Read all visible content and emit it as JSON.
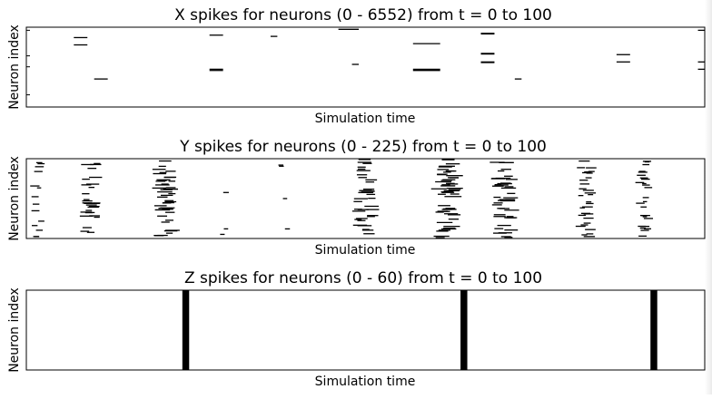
{
  "chart_data": [
    {
      "type": "raster",
      "title": "X spikes for neurons (0 - 6552) from t = 0 to 100",
      "xlabel": "Simulation time",
      "ylabel": "Neuron index",
      "xlim": [
        0,
        100
      ],
      "ylim": [
        0,
        6552
      ],
      "yticks": [
        1000,
        3300,
        4200,
        6300
      ],
      "spikes": [
        {
          "t0": 7.0,
          "t1": 9.0,
          "n": 5700
        },
        {
          "t0": 7.0,
          "t1": 9.0,
          "n": 5100
        },
        {
          "t0": 10.0,
          "t1": 12.0,
          "n": 2300
        },
        {
          "t0": 27.0,
          "t1": 29.0,
          "n": 5900
        },
        {
          "t0": 27.0,
          "t1": 29.0,
          "n": 3100
        },
        {
          "t0": 27.0,
          "t1": 29.0,
          "n": 3000
        },
        {
          "t0": 36.0,
          "t1": 37.0,
          "n": 5800
        },
        {
          "t0": 46.0,
          "t1": 49.0,
          "n": 6380
        },
        {
          "t0": 48.0,
          "t1": 49.0,
          "n": 3500
        },
        {
          "t0": 57.0,
          "t1": 61.0,
          "n": 5200
        },
        {
          "t0": 57.0,
          "t1": 61.0,
          "n": 3100
        },
        {
          "t0": 57.0,
          "t1": 61.0,
          "n": 3000
        },
        {
          "t0": 67.0,
          "t1": 69.0,
          "n": 6050
        },
        {
          "t0": 67.0,
          "t1": 69.0,
          "n": 6000
        },
        {
          "t0": 67.0,
          "t1": 69.0,
          "n": 4400
        },
        {
          "t0": 67.0,
          "t1": 69.0,
          "n": 4350
        },
        {
          "t0": 67.0,
          "t1": 69.0,
          "n": 3700
        },
        {
          "t0": 67.0,
          "t1": 69.0,
          "n": 3650
        },
        {
          "t0": 72.0,
          "t1": 73.0,
          "n": 2300
        },
        {
          "t0": 87.0,
          "t1": 89.0,
          "n": 4300
        },
        {
          "t0": 87.0,
          "t1": 89.0,
          "n": 3700
        },
        {
          "t0": 99.0,
          "t1": 100.0,
          "n": 6300
        },
        {
          "t0": 99.0,
          "t1": 100.0,
          "n": 3700
        },
        {
          "t0": 99.0,
          "t1": 100.0,
          "n": 3100
        }
      ]
    },
    {
      "type": "raster",
      "title": "Y spikes for neurons (0 - 225) from t = 0 to 100",
      "xlabel": "Simulation time",
      "ylabel": "Neuron index",
      "xlim": [
        0,
        100
      ],
      "ylim": [
        0,
        225
      ],
      "yticks": [],
      "columns": [
        {
          "t": 1.6,
          "w": 1.0,
          "count": 14,
          "seed": 3
        },
        {
          "t": 9.5,
          "w": 1.4,
          "count": 30,
          "seed": 7
        },
        {
          "t": 20.5,
          "w": 1.6,
          "count": 42,
          "seed": 11
        },
        {
          "t": 29.0,
          "w": 0.8,
          "count": 3,
          "seed": 13
        },
        {
          "t": 38.0,
          "w": 0.8,
          "count": 4,
          "seed": 17
        },
        {
          "t": 50.0,
          "w": 1.6,
          "count": 34,
          "seed": 19
        },
        {
          "t": 62.0,
          "w": 1.8,
          "count": 48,
          "seed": 23
        },
        {
          "t": 70.5,
          "w": 1.6,
          "count": 40,
          "seed": 29
        },
        {
          "t": 82.5,
          "w": 1.2,
          "count": 30,
          "seed": 31
        },
        {
          "t": 91.0,
          "w": 1.0,
          "count": 26,
          "seed": 37
        }
      ]
    },
    {
      "type": "raster",
      "title": "Z spikes for neurons (0 - 60) from t = 0 to 100",
      "xlabel": "Simulation time",
      "ylabel": "Neuron index",
      "xlim": [
        0,
        100
      ],
      "ylim": [
        0,
        60
      ],
      "yticks": [],
      "bands": [
        {
          "t0": 23.0,
          "t1": 24.0
        },
        {
          "t0": 64.0,
          "t1": 65.0
        },
        {
          "t0": 92.0,
          "t1": 93.0
        }
      ]
    }
  ]
}
